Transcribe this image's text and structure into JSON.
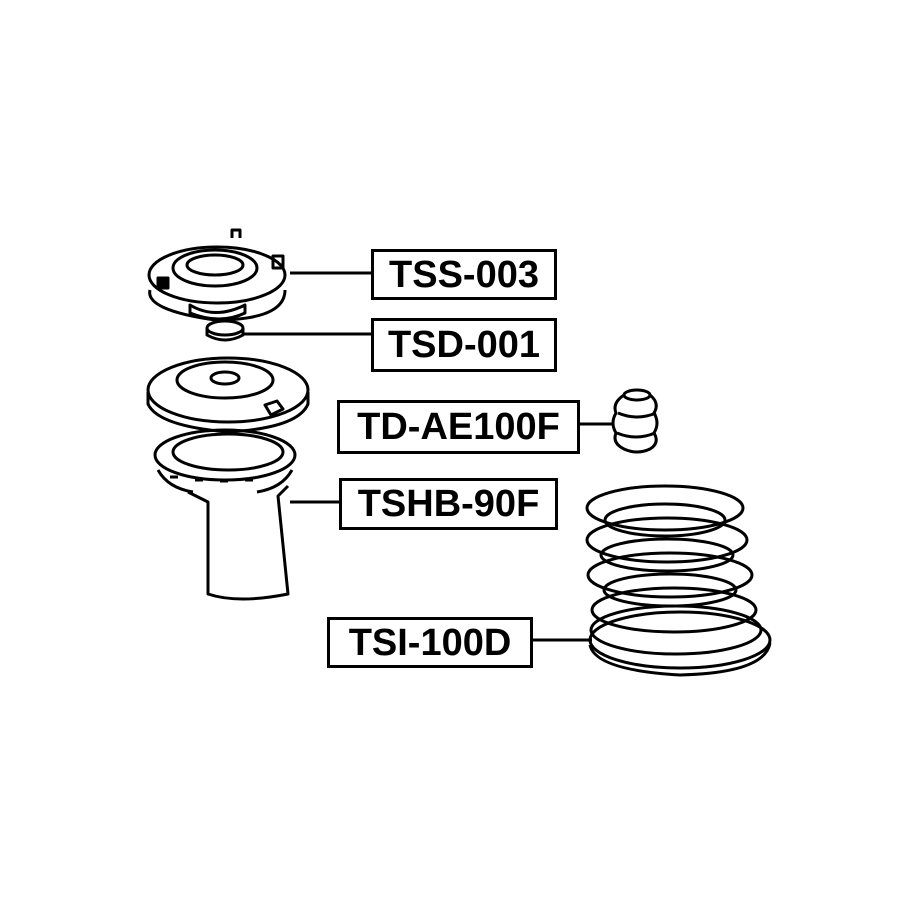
{
  "parts": [
    {
      "id": "top-mount",
      "label": "TSS-003"
    },
    {
      "id": "bearing",
      "label": "TSD-001"
    },
    {
      "id": "bump-stop",
      "label": "TD-AE100F"
    },
    {
      "id": "dust-boot",
      "label": "TSHB-90F"
    },
    {
      "id": "spring-insulator",
      "label": "TSI-100D"
    }
  ]
}
